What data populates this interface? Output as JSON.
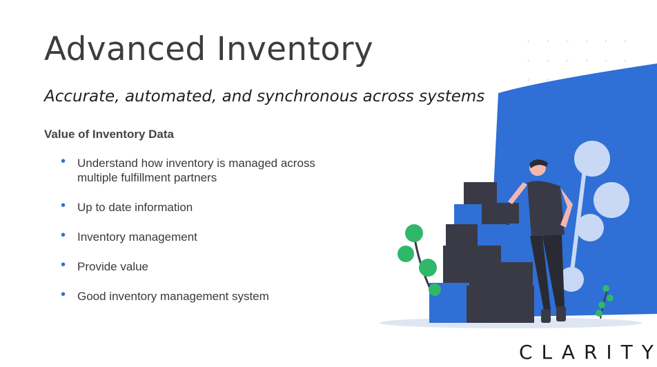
{
  "slide": {
    "title": "Advanced Inventory",
    "subtitle": "Accurate, automated, and synchronous across systems",
    "section_heading": "Value of Inventory Data",
    "bullets": [
      "Understand how inventory is managed across multiple fulfillment partners",
      "Up to date information",
      "Inventory management",
      "Provide value",
      "Good inventory management system"
    ],
    "logo": "CLARITY"
  },
  "colors": {
    "accent_blue": "#2f6fd6",
    "box_dark": "#3a3a47",
    "box_blue": "#2f6fd6",
    "leaf_green": "#2fb86a",
    "pale_blue": "#c9d9f5"
  },
  "illustration": "person-leaning-on-stacked-boxes-illustration"
}
